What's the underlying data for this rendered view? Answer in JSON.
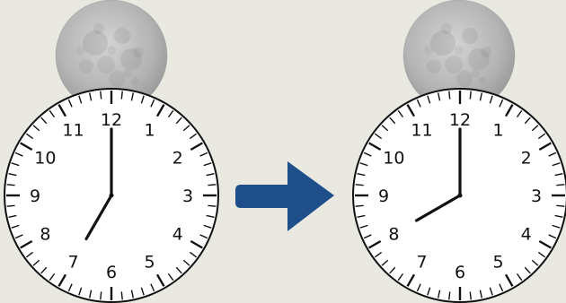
{
  "scene": {
    "background_color": "#e9e9e1",
    "arrow_color": "#1f4f8b",
    "moon_icon": "full-moon-icon",
    "arrow_icon": "right-arrow-icon"
  },
  "clocks": [
    {
      "name": "before",
      "time": "7:00",
      "hour": 7,
      "minute": 0,
      "numbers": [
        "12",
        "1",
        "2",
        "3",
        "4",
        "5",
        "6",
        "7",
        "8",
        "9",
        "10",
        "11"
      ]
    },
    {
      "name": "after",
      "time": "8:00",
      "hour": 8,
      "minute": 0,
      "numbers": [
        "12",
        "1",
        "2",
        "3",
        "4",
        "5",
        "6",
        "7",
        "8",
        "9",
        "10",
        "11"
      ]
    }
  ]
}
